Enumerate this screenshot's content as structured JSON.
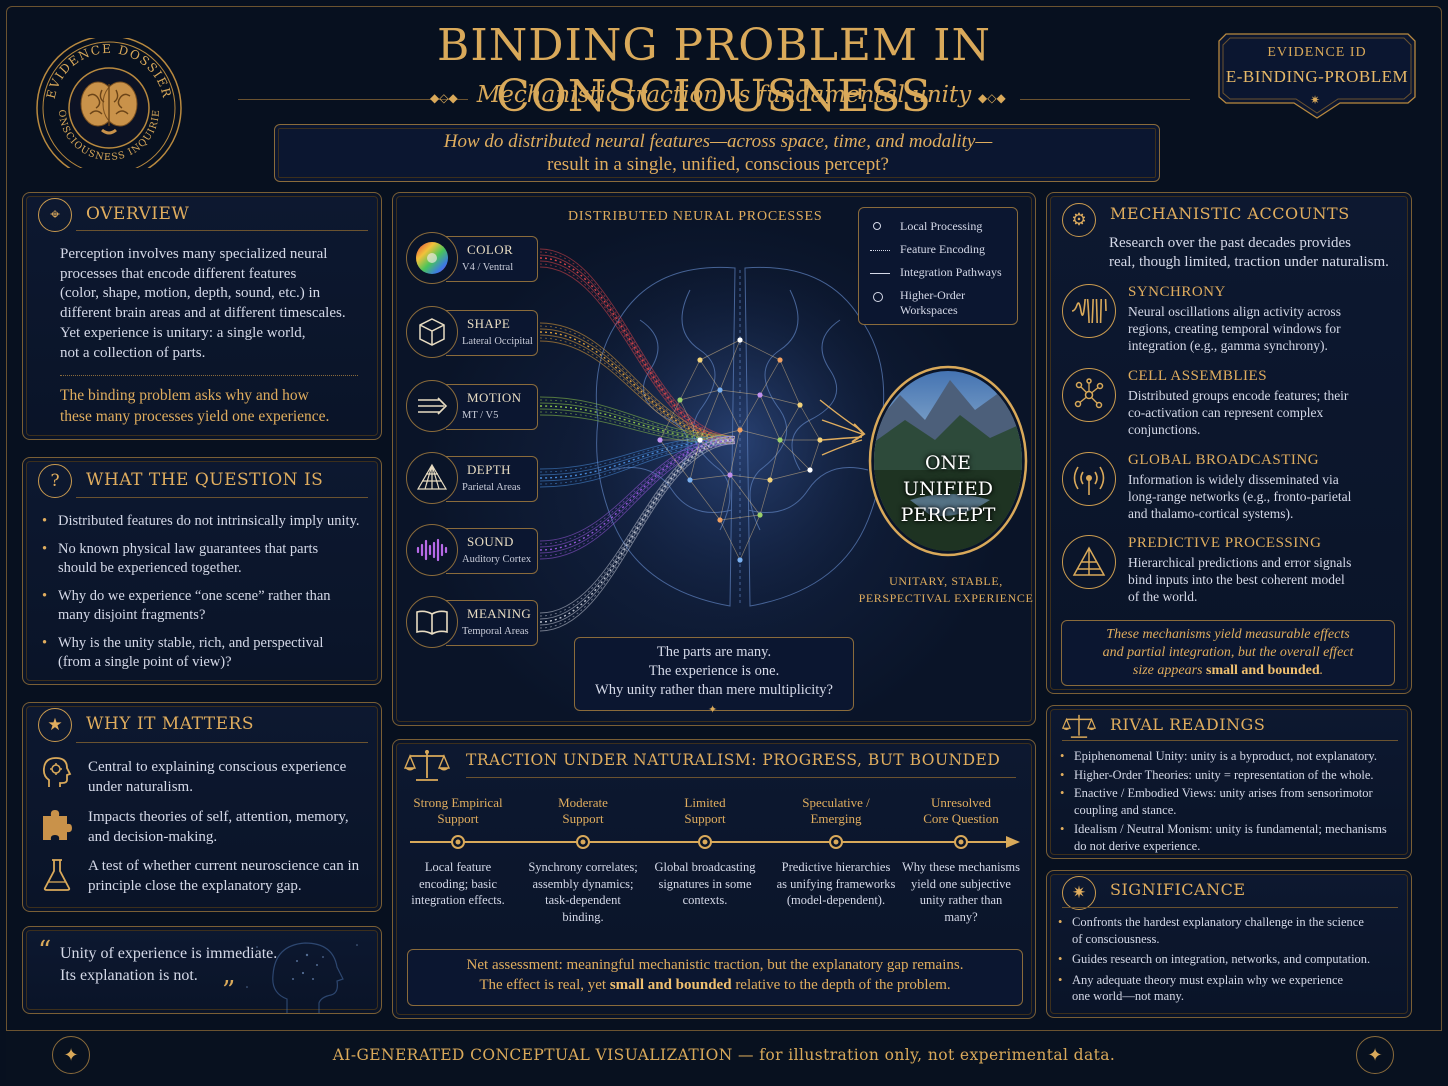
{
  "header": {
    "badge_top": "EVIDENCE DOSSIER",
    "badge_bottom": "CONSCIOUSNESS INQUIRIES",
    "title": "BINDING PROBLEM IN CONSCIOUSNESS",
    "subtitle": "Mechanistic traction vs fundamental unity",
    "evidence_id_label": "EVIDENCE ID",
    "evidence_id": "E-BINDING-PROBLEM",
    "question_line1": "How do distributed neural features—across space, time, and modality—",
    "question_line2": "result in a single, unified, conscious percept?"
  },
  "overview": {
    "title": "OVERVIEW",
    "body": [
      "Perception involves many specialized neural",
      "processes that encode different features",
      "(color, shape, motion, depth, sound, etc.) in",
      "different brain areas and at different timescales.",
      "Yet experience is unitary: a single world,",
      "not a collection of parts."
    ],
    "highlight": [
      "The binding problem asks why and how",
      "these many processes yield one experience."
    ]
  },
  "question": {
    "title": "WHAT THE QUESTION IS",
    "items": [
      [
        "Distributed features do not intrinsically imply unity."
      ],
      [
        "No known physical law guarantees that parts",
        "should be experienced together."
      ],
      [
        "Why do we experience “one scene” rather than",
        "many disjoint fragments?"
      ],
      [
        "Why is the unity stable, rich, and perspectival",
        "(from a single point of view)?"
      ]
    ]
  },
  "matters": {
    "title": "WHY IT MATTERS",
    "items": [
      {
        "icon": "head-icon",
        "lines": [
          "Central to explaining conscious experience",
          "under naturalism."
        ]
      },
      {
        "icon": "puzzle-icon",
        "lines": [
          "Impacts theories of self, attention, memory,",
          "and decision-making."
        ]
      },
      {
        "icon": "flask-icon",
        "lines": [
          "A test of whether current neuroscience can in",
          "principle close the explanatory gap."
        ]
      }
    ]
  },
  "quote": {
    "line1": "Unity of experience is immediate.",
    "line2": "Its explanation is not."
  },
  "center": {
    "heading": "DISTRIBUTED NEURAL PROCESSES",
    "legend": [
      {
        "label": "Local Processing",
        "style": "dot"
      },
      {
        "label": "Feature Encoding",
        "style": "dotted"
      },
      {
        "label": "Integration Pathways",
        "style": "line"
      },
      {
        "label": "Higher-Order Workspaces",
        "style": "ring"
      }
    ],
    "features": [
      {
        "name": "COLOR",
        "sub": "V4 / Ventral",
        "color": "#e0464a",
        "icon": "color-wheel-icon"
      },
      {
        "name": "SHAPE",
        "sub": "Lateral Occipital",
        "color": "#e5a33a",
        "icon": "cube-icon"
      },
      {
        "name": "MOTION",
        "sub": "MT / V5",
        "color": "#8fc94a",
        "icon": "motion-arrows-icon"
      },
      {
        "name": "DEPTH",
        "sub": "Parietal Areas",
        "color": "#4a8fe0",
        "icon": "pyramid-icon"
      },
      {
        "name": "SOUND",
        "sub": "Auditory Cortex",
        "color": "#9a5ae0",
        "icon": "waveform-icon"
      },
      {
        "name": "MEANING",
        "sub": "Temporal Areas",
        "color": "#c8ccd8",
        "icon": "book-icon"
      }
    ],
    "percept": [
      "ONE",
      "UNIFIED",
      "PERCEPT"
    ],
    "percept_caption": [
      "UNITARY, STABLE,",
      "PERSPECTIVAL EXPERIENCE"
    ],
    "caption": [
      "The parts are many.",
      "The experience is one.",
      "Why unity rather than mere multiplicity?"
    ]
  },
  "traction": {
    "title": "TRACTION UNDER NATURALISM: PROGRESS, BUT BOUNDED",
    "stages": [
      {
        "head": [
          "Strong Empirical",
          "Support"
        ],
        "desc": [
          "Local feature",
          "encoding; basic",
          "integration effects."
        ]
      },
      {
        "head": [
          "Moderate",
          "Support"
        ],
        "desc": [
          "Synchrony correlates;",
          "assembly dynamics;",
          "task-dependent",
          "binding."
        ]
      },
      {
        "head": [
          "Limited",
          "Support"
        ],
        "desc": [
          "Global broadcasting",
          "signatures in some",
          "contexts."
        ]
      },
      {
        "head": [
          "Speculative /",
          "Emerging"
        ],
        "desc": [
          "Predictive hierarchies",
          "as unifying frameworks",
          "(model-dependent)."
        ]
      },
      {
        "head": [
          "Unresolved",
          "Core Question"
        ],
        "desc": [
          "Why these mechanisms",
          "yield one subjective",
          "unity rather than",
          "many?"
        ]
      }
    ],
    "net_line1": "Net assessment: meaningful mechanistic traction, but the explanatory gap remains.",
    "net_line2_pre": "The effect is real, yet ",
    "net_line2_bold": "small and bounded",
    "net_line2_post": " relative to the depth of the problem."
  },
  "mechanistic": {
    "title": "MECHANISTIC ACCOUNTS",
    "intro": [
      "Research over the past decades provides",
      "real, though limited, traction under naturalism."
    ],
    "items": [
      {
        "name": "SYNCHRONY",
        "icon": "wave-icon",
        "lines": [
          "Neural oscillations align activity across",
          "regions, creating temporal windows for",
          "integration (e.g., gamma synchrony)."
        ]
      },
      {
        "name": "CELL ASSEMBLIES",
        "icon": "network-icon",
        "lines": [
          "Distributed groups encode features; their",
          "co-activation can represent complex",
          "conjunctions."
        ]
      },
      {
        "name": "GLOBAL BROADCASTING",
        "icon": "broadcast-icon",
        "lines": [
          "Information is widely disseminated via",
          "long-range networks (e.g., fronto-parietal",
          "and thalamo-cortical systems)."
        ]
      },
      {
        "name": "PREDICTIVE PROCESSING",
        "icon": "hierarchy-icon",
        "lines": [
          "Hierarchical predictions and error signals",
          "bind inputs into the best coherent model",
          "of the world."
        ]
      }
    ],
    "summary_line1": "These mechanisms yield measurable effects",
    "summary_line2": "and partial integration, but the overall effect",
    "summary_pre": "size appears ",
    "summary_bold": "small and bounded",
    "summary_post": "."
  },
  "rival": {
    "title": "RIVAL READINGS",
    "items": [
      [
        "Epiphenomenal Unity: unity is a byproduct, not explanatory."
      ],
      [
        "Higher-Order Theories: unity = representation of the whole."
      ],
      [
        "Enactive / Embodied Views: unity arises from sensorimotor",
        "coupling and stance."
      ],
      [
        "Idealism / Neutral Monism: unity is fundamental; mechanisms",
        "do not derive experience."
      ]
    ]
  },
  "significance": {
    "title": "SIGNIFICANCE",
    "items": [
      [
        "Confronts the hardest explanatory challenge in the science",
        "of consciousness."
      ],
      [
        "Guides research on integration, networks, and computation."
      ],
      [
        "Any adequate theory must explain why we experience",
        "one world—not many."
      ]
    ]
  },
  "footer": "AI-GENERATED CONCEPTUAL VISUALIZATION — for illustration only, not experimental data.",
  "colors": {
    "gold": "#d9a95a",
    "background": "#07101f",
    "panel": "#0d1830"
  }
}
